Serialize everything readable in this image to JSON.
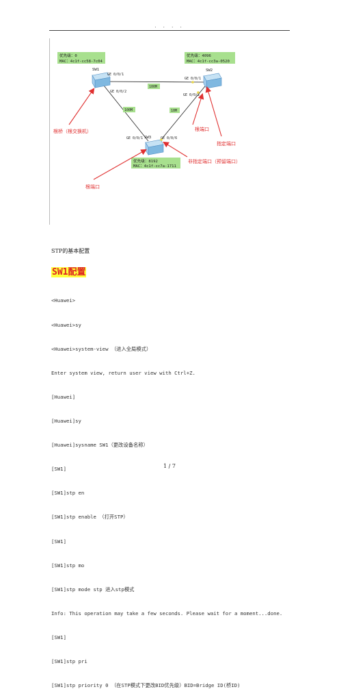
{
  "header": {
    "dots": "· · · ·"
  },
  "diagram": {
    "sw1": {
      "name": "SW1",
      "priority": "优先级：0",
      "mac": "MAC：4c1f-cc58-7c04"
    },
    "sw2": {
      "name": "SW2",
      "priority": "优先级：4096",
      "mac": "MAC：4c1f-cc3a-0520"
    },
    "sw3": {
      "name": "SW3",
      "priority": "优先级：8192",
      "mac": "MAC：4c1f-cc7a-1711"
    },
    "ports": {
      "sw1_g01": "GE 0/0/1",
      "sw1_g02": "GE 0/0/2",
      "sw2_g01": "GE 0/0/1",
      "sw2_g02": "GE 0/0/2",
      "sw3_g01": "GE 0/0/1",
      "sw3_g06": "GE 0/0/6"
    },
    "link_speeds": {
      "sw1_sw2": "100M",
      "sw1_sw3": "100M",
      "sw2_sw3": "10M"
    },
    "annotations": {
      "root_bridge": "根桥（根交换机）",
      "root_port_sw2": "根端口",
      "designated_port": "指定端口",
      "alternate_port": "非指定端口（预留端口）",
      "root_port_sw3": "根端口"
    }
  },
  "caption": "STP的基本配置",
  "section_heading": "SW1配置",
  "cli_lines": [
    "<Huawei>",
    "<Huawei>sy",
    "<Huawei>system-view （进入全局模式）",
    "Enter system view, return user view with Ctrl+Z.",
    "[Huawei]",
    "[Huawei]sy",
    "[Huawei]sysname SW1（更改设备名称）",
    "[SW1]",
    "[SW1]stp en",
    "[SW1]stp enable （打开STP）",
    "[SW1]",
    "[SW1]stp mo",
    "[SW1]stp mode stp 进入stp模式",
    "Info: This operation may take a few seconds. Please wait for a moment...done.",
    "[SW1]",
    "[SW1]stp pri",
    "[SW1]stp priority 0 （在STP模式下更改BID优先级）BID=Bridge ID(桥ID)"
  ],
  "footer": {
    "page": "1 / 7"
  },
  "colors": {
    "label_bg": "#a8e08e",
    "arrow": "#e03030",
    "annotation_text": "#e03030",
    "heading": "#dd2222",
    "heading_bg": "#ffff3a"
  }
}
